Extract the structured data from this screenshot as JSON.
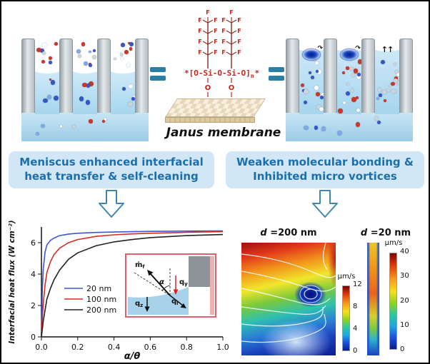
{
  "chem": {
    "fluorine": "F",
    "star": "*",
    "backbone": "[O-Si-O-Si-O]",
    "backbone_sub": "n",
    "oxygen": "O",
    "label": "Janus membrane"
  },
  "icons": {
    "up_arrows": "↑↑",
    "swirl": "↷"
  },
  "boxes": {
    "left": {
      "line1": "Meniscus enhanced interfacial",
      "line2": "heat transfer & self-cleaning"
    },
    "right": {
      "line1": "Weaken molecular bonding &",
      "line2": "Inhibited micro vortices"
    }
  },
  "chart_data": [
    {
      "type": "line",
      "xlabel": "α/θ",
      "ylabel": "Interfacial heat flux (W cm⁻²)",
      "xlim": [
        0,
        1
      ],
      "ylim": [
        0,
        7
      ],
      "xticks": [
        0,
        0.2,
        0.4,
        0.6,
        0.8,
        1.0
      ],
      "xtick_labels": [
        "0.0",
        "0.2",
        "0.4",
        "0.6",
        "0.8",
        "1.0"
      ],
      "yticks": [
        0,
        2,
        4,
        6
      ],
      "x": [
        0,
        0.005,
        0.01,
        0.02,
        0.03,
        0.05,
        0.07,
        0.1,
        0.15,
        0.2,
        0.3,
        0.4,
        0.5,
        0.6,
        0.8,
        1.0
      ],
      "series": [
        {
          "name": "20 nm",
          "color": "#3b56d6",
          "values": [
            0,
            3.0,
            4.3,
            5.4,
            5.85,
            6.15,
            6.3,
            6.45,
            6.55,
            6.6,
            6.65,
            6.68,
            6.7,
            6.72,
            6.74,
            6.75
          ]
        },
        {
          "name": "100 nm",
          "color": "#d62b20",
          "values": [
            0,
            1.2,
            2.1,
            3.3,
            4.1,
            4.8,
            5.25,
            5.65,
            6.0,
            6.2,
            6.4,
            6.5,
            6.56,
            6.6,
            6.66,
            6.7
          ]
        },
        {
          "name": "200 nm",
          "color": "#222222",
          "values": [
            0,
            0.5,
            1.0,
            1.7,
            2.4,
            3.1,
            3.65,
            4.25,
            4.95,
            5.35,
            5.8,
            6.05,
            6.2,
            6.32,
            6.45,
            6.52
          ]
        }
      ],
      "legend_position": "center-left",
      "inset": {
        "mdot": "ṁ",
        "mdot_sub": "f",
        "q": "q",
        "qy_sub": "y",
        "qz_sub": "z",
        "ql_sub": "l",
        "alpha": "α"
      }
    },
    {
      "type": "heatmap",
      "title_var": "d",
      "title_rest": " =200 nm",
      "content": "velocity field with micro vortex and streamlines",
      "colorbar": {
        "label": "μm/s",
        "ticks": [
          12,
          8,
          4,
          0
        ],
        "range": [
          0,
          12
        ]
      }
    },
    {
      "type": "heatmap",
      "title_var": "d",
      "title_rest": " =20 nm",
      "content": "narrow channel velocity field",
      "colorbar": {
        "label": "μm/s",
        "ticks": [
          40,
          30,
          20,
          10,
          0
        ],
        "range": [
          0,
          40
        ]
      }
    }
  ],
  "colors": {
    "accent_text": "#1b6fad",
    "box_bg": "#d2e7f6",
    "arrow_outline": "#4187ad",
    "connector": "#2b7fa3",
    "liquid": "#a6d5ee",
    "formula_red": "#c3241c",
    "vortex_blue": "#1b49c0"
  }
}
